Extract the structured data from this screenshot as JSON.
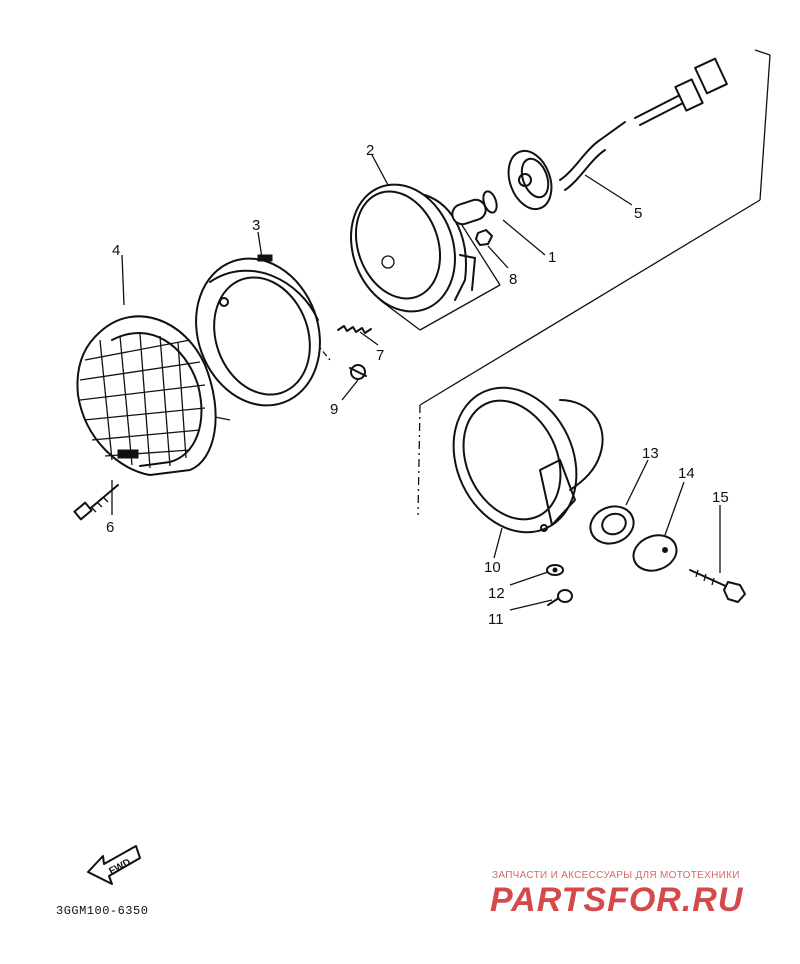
{
  "callouts": [
    {
      "id": "1",
      "label": "1"
    },
    {
      "id": "2",
      "label": "2"
    },
    {
      "id": "3",
      "label": "3"
    },
    {
      "id": "4",
      "label": "4"
    },
    {
      "id": "5",
      "label": "5"
    },
    {
      "id": "6",
      "label": "6"
    },
    {
      "id": "7",
      "label": "7"
    },
    {
      "id": "8",
      "label": "8"
    },
    {
      "id": "9",
      "label": "9"
    },
    {
      "id": "10",
      "label": "10"
    },
    {
      "id": "11",
      "label": "11"
    },
    {
      "id": "12",
      "label": "12"
    },
    {
      "id": "13",
      "label": "13"
    },
    {
      "id": "14",
      "label": "14"
    },
    {
      "id": "15",
      "label": "15"
    }
  ],
  "direction_arrow": {
    "label": "FWD"
  },
  "catalog_code": "3GGM100-6350",
  "watermark": {
    "caption": "ЗАПЧАСТИ И АКСЕССУАРЫ ДЛЯ МОТОТЕХНИКИ",
    "brand": "PARTSFOR.RU"
  },
  "colors": {
    "ink": "#111111",
    "watermark": "#d44a4a",
    "background": "#ffffff"
  }
}
